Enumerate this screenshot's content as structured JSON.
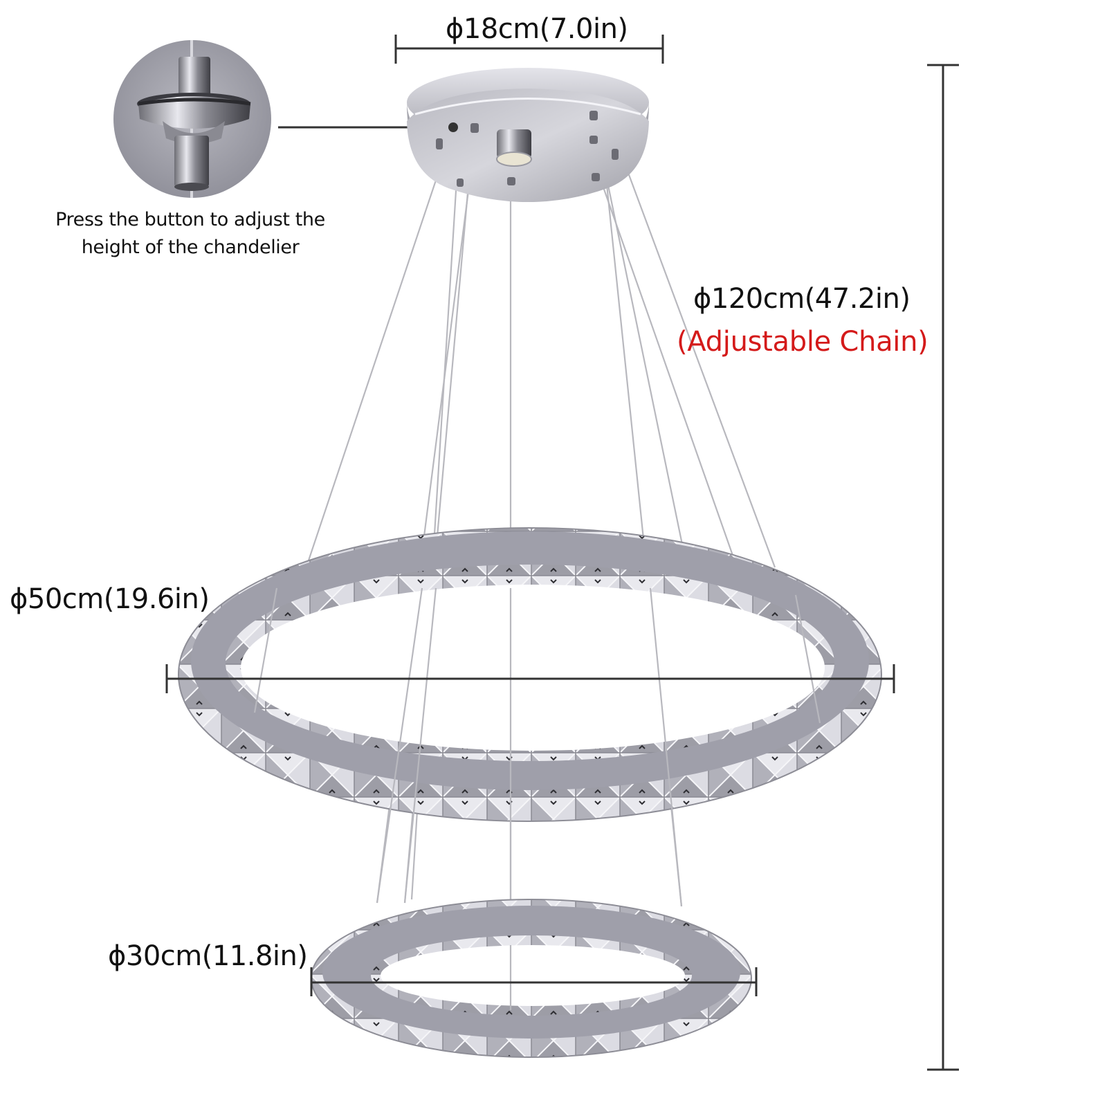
{
  "product": {
    "type": "two-ring crystal LED chandelier",
    "finish": "chrome"
  },
  "dimensions": {
    "canopy": {
      "label": "ϕ18cm(7.0in)",
      "cm": 18,
      "in": 7.0
    },
    "height": {
      "label": "ϕ120cm(47.2in)",
      "cm": 120,
      "in": 47.2,
      "note": "(Adjustable Chain)"
    },
    "large_ring": {
      "label": "ϕ50cm(19.6in)",
      "cm": 50,
      "in": 19.6
    },
    "small_ring": {
      "label": "ϕ30cm(11.8in)",
      "cm": 30,
      "in": 11.8
    }
  },
  "callout": {
    "line1": "Press the button to adjust the",
    "line2": "height of the chandelier"
  },
  "colors": {
    "dimension_line": "#333333",
    "accent_red": "#d41a1a",
    "chrome": "#9a9aa2",
    "background": "#ffffff"
  }
}
